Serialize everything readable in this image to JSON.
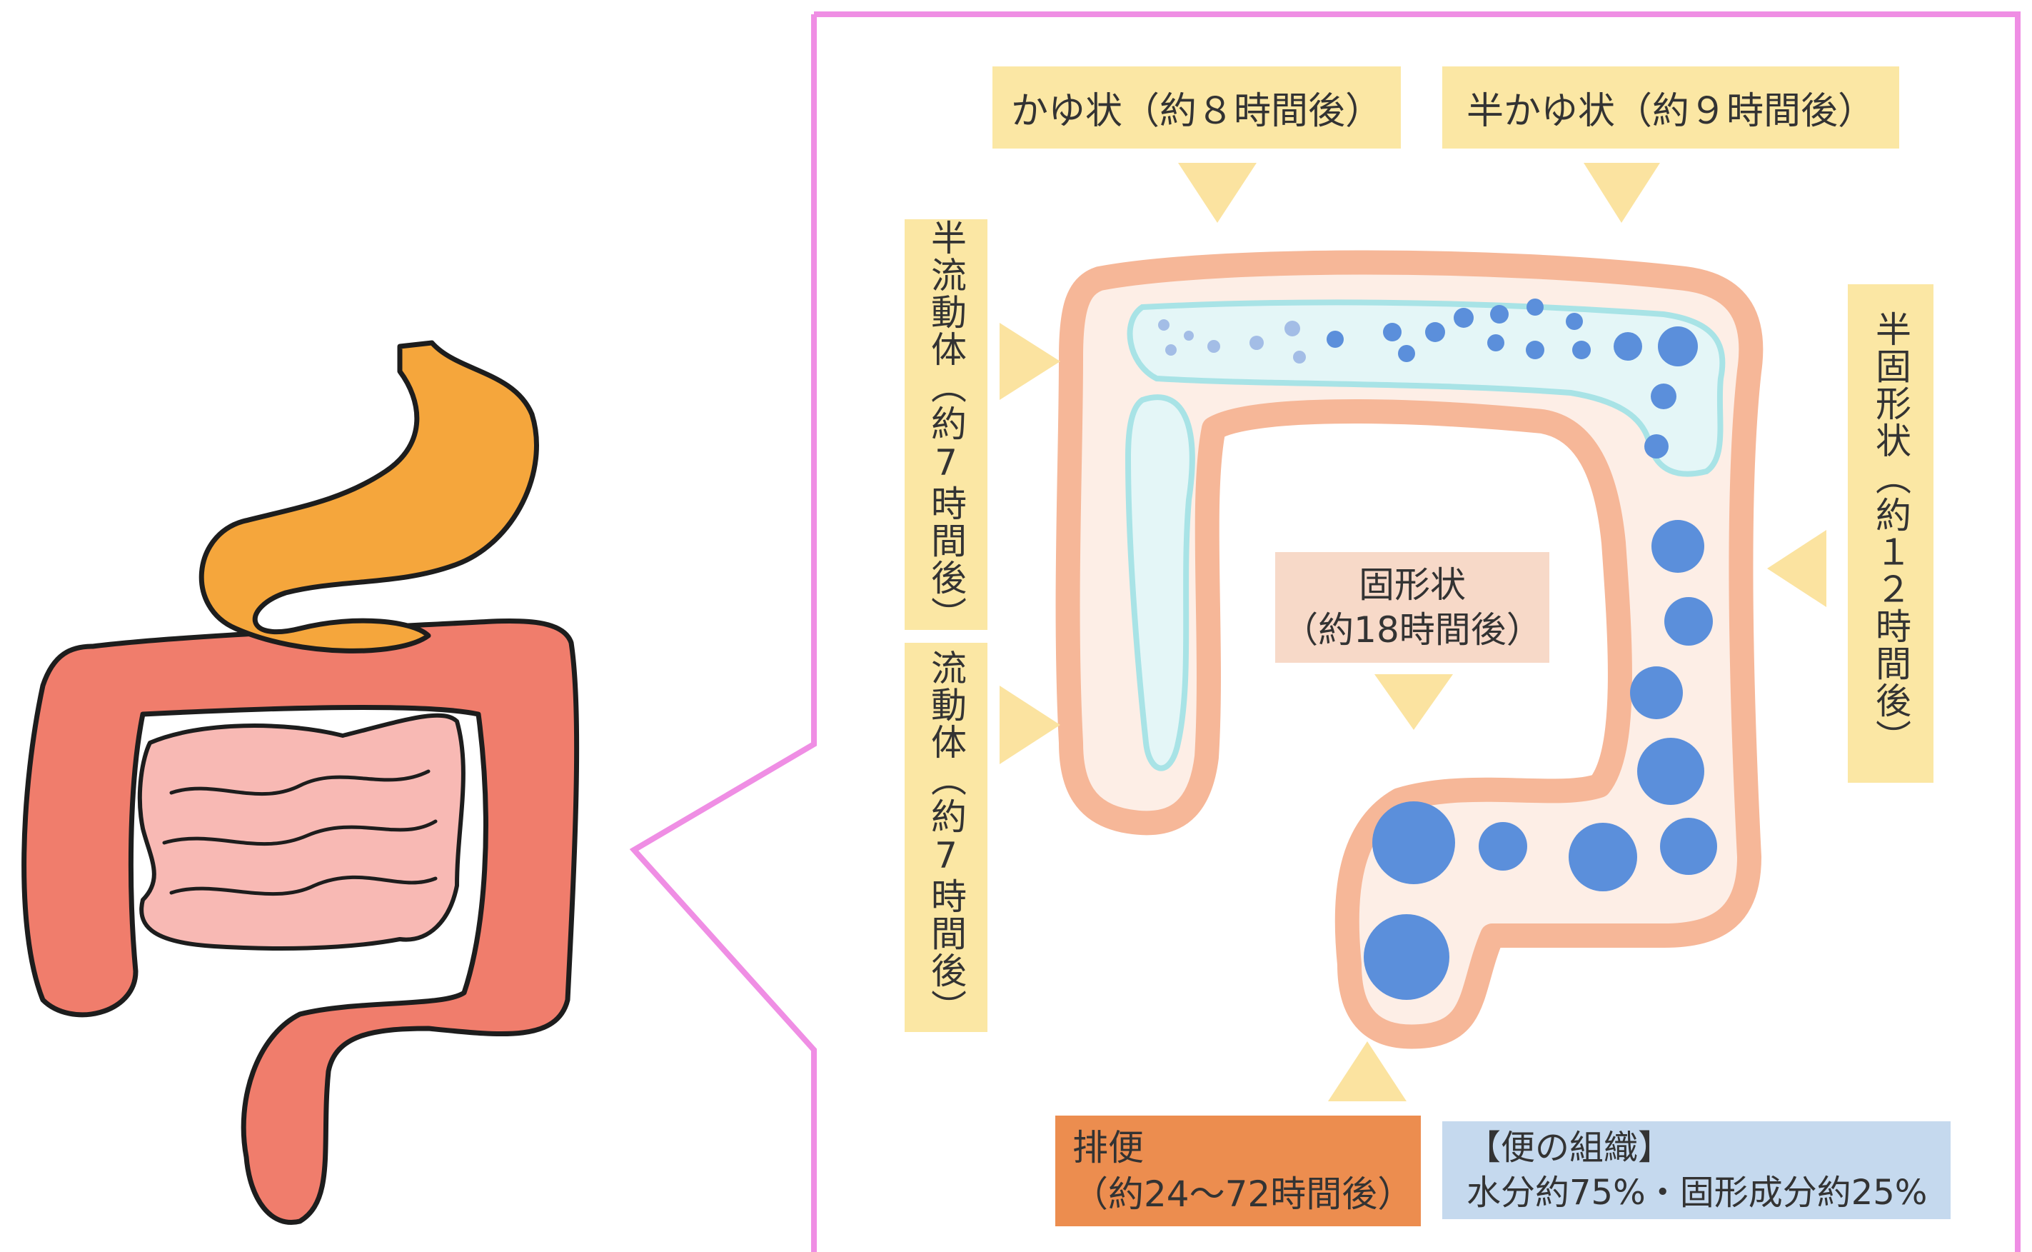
{
  "labels": {
    "porridge": "かゆ状（約８時間後）",
    "semi_porridge": "半かゆ状（約９時間後）",
    "semi_fluid": "半流動体（約7時間後）",
    "fluid": "流動体（約7時間後）",
    "semi_solid": "半固形状（約１２時間後）",
    "solid_line1": "固形状",
    "solid_line2": "（約18時間後）",
    "defecation_line1": "排便",
    "defecation_line2": "（約24〜72時間後）",
    "stool_line1": "【便の組織】",
    "stool_line2": "水分約75%・固形成分約25%"
  },
  "colors": {
    "frame": "#ef8ee4",
    "label_bg": "#fbe7a4",
    "arrow": "#fbe3a0",
    "colon_outer": "#f6b798",
    "colon_inner": "#fdeee6",
    "content_outline": "#a8e3e6",
    "content_fill": "#e4f6f7",
    "stool": "#5b8fdb",
    "stomach": "#f5a63c",
    "large_intestine": "#f07d6c",
    "small_intestine": "#f8b9b4",
    "solid_bg": "#f7d9c8",
    "defecation_bg": "#ec8d4f",
    "stool_info_bg": "#c5d9ee"
  }
}
